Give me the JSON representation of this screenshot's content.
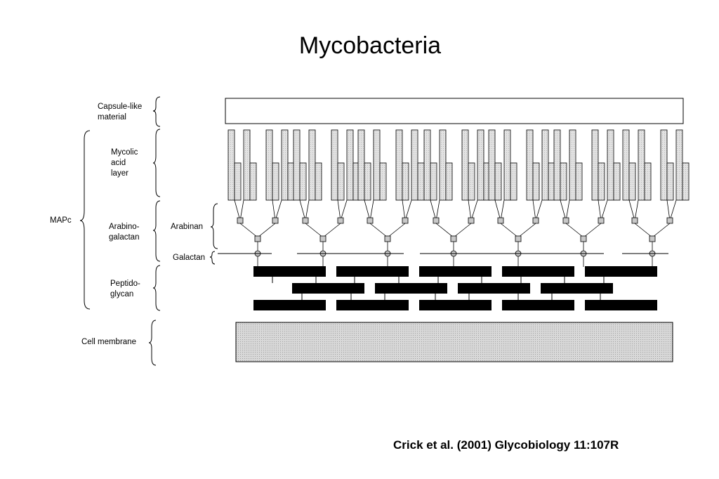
{
  "title": "Mycobacteria",
  "labels": {
    "capsule": "Capsule-like material",
    "mycolic": "Mycolic acid layer",
    "arabinogalactan": "Arabino- galactan",
    "peptidoglycan": "Peptido- glycan",
    "cell_membrane": "Cell membrane",
    "mapc": "MAPc",
    "arabinan": "Arabinan",
    "galactan": "Galactan"
  },
  "citation": "Crick et al. (2001) Glycobiology 11:107R",
  "colors": {
    "mycolic_fill": "#dcdcdc",
    "membrane_fill": "#d8d8d8",
    "peptidoglycan_fill": "#000000",
    "node_fill": "#c8c8c8",
    "stroke": "#000000"
  }
}
